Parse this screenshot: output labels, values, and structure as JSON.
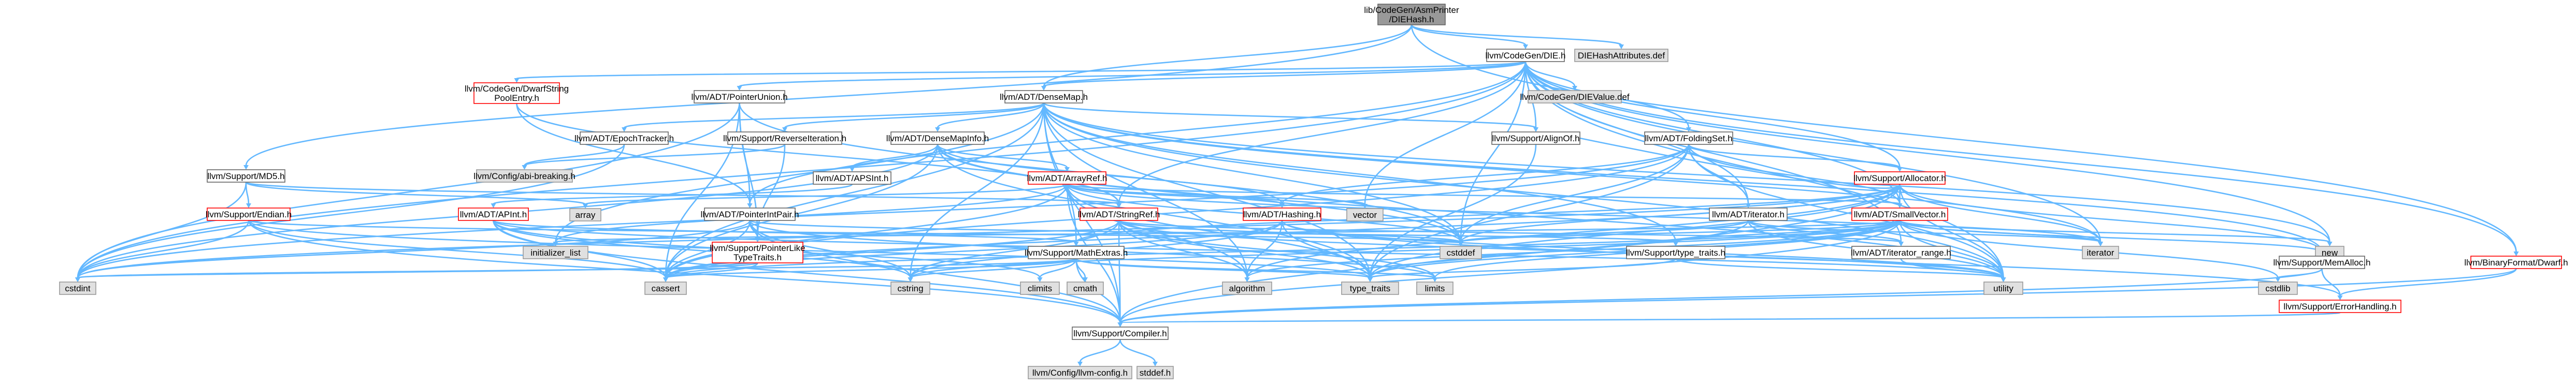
{
  "colors": {
    "edge": "#63b8ff",
    "root_fill": "#999999",
    "root_border": "#666666",
    "normal_fill": "#ffffff",
    "normal_border": "#666666",
    "highlight_border": "#ff0000",
    "system_fill": "#e0e0e0",
    "system_border": "#999999"
  },
  "nodes": [
    {
      "id": "root",
      "kind": "root",
      "lines": [
        "lib/CodeGen/AsmPrinter",
        "/DIEHash.h"
      ]
    },
    {
      "id": "diehashattr",
      "kind": "system",
      "lines": [
        "DIEHashAttributes.def"
      ]
    },
    {
      "id": "die",
      "kind": "normal",
      "lines": [
        "llvm/CodeGen/DIE.h"
      ]
    },
    {
      "id": "dwarfstring",
      "kind": "highlight",
      "lines": [
        "llvm/CodeGen/DwarfString",
        "PoolEntry.h"
      ]
    },
    {
      "id": "pointerunion",
      "kind": "normal",
      "lines": [
        "llvm/ADT/PointerUnion.h"
      ]
    },
    {
      "id": "densemap",
      "kind": "normal",
      "lines": [
        "llvm/ADT/DenseMap.h"
      ]
    },
    {
      "id": "dievalue",
      "kind": "system",
      "lines": [
        "llvm/CodeGen/DIEValue.def"
      ]
    },
    {
      "id": "epochtracker",
      "kind": "normal",
      "lines": [
        "llvm/ADT/EpochTracker.h"
      ]
    },
    {
      "id": "reverseiteration",
      "kind": "normal",
      "lines": [
        "llvm/Support/ReverseIteration.h"
      ]
    },
    {
      "id": "densemapinfo",
      "kind": "normal",
      "lines": [
        "llvm/ADT/DenseMapInfo.h"
      ]
    },
    {
      "id": "alignof",
      "kind": "normal",
      "lines": [
        "llvm/Support/AlignOf.h"
      ]
    },
    {
      "id": "foldingset",
      "kind": "normal",
      "lines": [
        "llvm/ADT/FoldingSet.h"
      ]
    },
    {
      "id": "binaryformat",
      "kind": "highlight",
      "lines": [
        "llvm/BinaryFormat/Dwarf.h"
      ]
    },
    {
      "id": "abibreaking",
      "kind": "system",
      "lines": [
        "llvm/Config/abi-breaking.h"
      ]
    },
    {
      "id": "md5",
      "kind": "normal",
      "lines": [
        "llvm/Support/MD5.h"
      ]
    },
    {
      "id": "apsint",
      "kind": "normal",
      "lines": [
        "llvm/ADT/APSInt.h"
      ]
    },
    {
      "id": "arrayref",
      "kind": "highlight",
      "lines": [
        "llvm/ADT/ArrayRef.h"
      ]
    },
    {
      "id": "vector",
      "kind": "system",
      "lines": [
        "vector"
      ]
    },
    {
      "id": "allocator",
      "kind": "highlight",
      "lines": [
        "llvm/Support/Allocator.h"
      ]
    },
    {
      "id": "endian",
      "kind": "highlight",
      "lines": [
        "llvm/Support/Endian.h"
      ]
    },
    {
      "id": "array",
      "kind": "system",
      "lines": [
        "array"
      ]
    },
    {
      "id": "pointerintpair",
      "kind": "normal",
      "lines": [
        "llvm/ADT/PointerIntPair.h"
      ]
    },
    {
      "id": "apint",
      "kind": "highlight",
      "lines": [
        "llvm/ADT/APInt.h"
      ]
    },
    {
      "id": "stringref",
      "kind": "highlight",
      "lines": [
        "llvm/ADT/StringRef.h"
      ]
    },
    {
      "id": "hashing",
      "kind": "highlight",
      "lines": [
        "llvm/ADT/Hashing.h"
      ]
    },
    {
      "id": "iterator",
      "kind": "normal",
      "lines": [
        "llvm/ADT/iterator.h"
      ]
    },
    {
      "id": "smallvector",
      "kind": "highlight",
      "lines": [
        "llvm/ADT/SmallVector.h"
      ]
    },
    {
      "id": "initlist",
      "kind": "system",
      "lines": [
        "initializer_list"
      ]
    },
    {
      "id": "pointerlike",
      "kind": "highlight",
      "lines": [
        "llvm/Support/PointerLike",
        "TypeTraits.h"
      ]
    },
    {
      "id": "mathextras",
      "kind": "normal",
      "lines": [
        "llvm/Support/MathExtras.h"
      ]
    },
    {
      "id": "cstddef",
      "kind": "system",
      "lines": [
        "cstddef"
      ]
    },
    {
      "id": "typetraitsh",
      "kind": "normal",
      "lines": [
        "llvm/Support/type_traits.h"
      ]
    },
    {
      "id": "iteratorrange",
      "kind": "normal",
      "lines": [
        "llvm/ADT/iterator_range.h"
      ]
    },
    {
      "id": "iteratorsys",
      "kind": "system",
      "lines": [
        "iterator"
      ]
    },
    {
      "id": "new",
      "kind": "system",
      "lines": [
        "new"
      ]
    },
    {
      "id": "memalloc",
      "kind": "normal",
      "lines": [
        "llvm/Support/MemAlloc.h"
      ]
    },
    {
      "id": "cstdint",
      "kind": "system",
      "lines": [
        "cstdint"
      ]
    },
    {
      "id": "cassert",
      "kind": "system",
      "lines": [
        "cassert"
      ]
    },
    {
      "id": "cstring",
      "kind": "system",
      "lines": [
        "cstring"
      ]
    },
    {
      "id": "climits",
      "kind": "system",
      "lines": [
        "climits"
      ]
    },
    {
      "id": "cmath",
      "kind": "system",
      "lines": [
        "cmath"
      ]
    },
    {
      "id": "algorithm",
      "kind": "system",
      "lines": [
        "algorithm"
      ]
    },
    {
      "id": "typetraits",
      "kind": "system",
      "lines": [
        "type_traits"
      ]
    },
    {
      "id": "limits",
      "kind": "system",
      "lines": [
        "limits"
      ]
    },
    {
      "id": "utility",
      "kind": "system",
      "lines": [
        "utility"
      ]
    },
    {
      "id": "cstdlib",
      "kind": "system",
      "lines": [
        "cstdlib"
      ]
    },
    {
      "id": "errorhandling",
      "kind": "highlight",
      "lines": [
        "llvm/Support/ErrorHandling.h"
      ]
    },
    {
      "id": "compiler",
      "kind": "normal",
      "lines": [
        "llvm/Support/Compiler.h"
      ]
    },
    {
      "id": "llvmconfig",
      "kind": "system",
      "lines": [
        "llvm/Config/llvm-config.h"
      ]
    },
    {
      "id": "stddef",
      "kind": "system",
      "lines": [
        "stddef.h"
      ]
    }
  ],
  "edges": [
    [
      "root",
      "die"
    ],
    [
      "root",
      "diehashattr"
    ],
    [
      "root",
      "densemap"
    ],
    [
      "root",
      "md5"
    ],
    [
      "root",
      "binaryformat"
    ],
    [
      "die",
      "dwarfstring"
    ],
    [
      "die",
      "pointerunion"
    ],
    [
      "die",
      "densemap"
    ],
    [
      "die",
      "dievalue"
    ],
    [
      "die",
      "alignof"
    ],
    [
      "die",
      "foldingset"
    ],
    [
      "die",
      "allocator"
    ],
    [
      "die",
      "smallvector"
    ],
    [
      "die",
      "stringref"
    ],
    [
      "die",
      "iterator"
    ],
    [
      "die",
      "pointerintpair"
    ],
    [
      "die",
      "binaryformat"
    ],
    [
      "die",
      "vector"
    ],
    [
      "die",
      "cstddef"
    ],
    [
      "die",
      "cstdint"
    ],
    [
      "die",
      "new"
    ],
    [
      "die",
      "utility"
    ],
    [
      "die",
      "iteratorsys"
    ],
    [
      "die",
      "iteratorrange"
    ],
    [
      "dwarfstring",
      "pointerintpair"
    ],
    [
      "dwarfstring",
      "stringref"
    ],
    [
      "pointerunion",
      "pointerintpair"
    ],
    [
      "pointerunion",
      "pointerlike"
    ],
    [
      "pointerunion",
      "cassert"
    ],
    [
      "pointerunion",
      "cstddef"
    ],
    [
      "pointerunion",
      "cstdint"
    ],
    [
      "densemap",
      "epochtracker"
    ],
    [
      "densemap",
      "densemapinfo"
    ],
    [
      "densemap",
      "alignof"
    ],
    [
      "densemap",
      "compiler"
    ],
    [
      "densemap",
      "mathextras"
    ],
    [
      "densemap",
      "memalloc"
    ],
    [
      "densemap",
      "reverseiteration"
    ],
    [
      "densemap",
      "typetraitsh"
    ],
    [
      "densemap",
      "algorithm"
    ],
    [
      "densemap",
      "cassert"
    ],
    [
      "densemap",
      "cstddef"
    ],
    [
      "densemap",
      "cstring"
    ],
    [
      "densemap",
      "initlist"
    ],
    [
      "densemap",
      "iteratorsys"
    ],
    [
      "densemap",
      "new"
    ],
    [
      "densemap",
      "typetraits"
    ],
    [
      "densemap",
      "utility"
    ],
    [
      "epochtracker",
      "abibreaking"
    ],
    [
      "epochtracker",
      "cstdint"
    ],
    [
      "reverseiteration",
      "abibreaking"
    ],
    [
      "reverseiteration",
      "pointerlike"
    ],
    [
      "densemapinfo",
      "apsint"
    ],
    [
      "densemapinfo",
      "arrayref"
    ],
    [
      "densemapinfo",
      "hashing"
    ],
    [
      "densemapinfo",
      "stringref"
    ],
    [
      "densemapinfo",
      "cassert"
    ],
    [
      "densemapinfo",
      "cstddef"
    ],
    [
      "densemapinfo",
      "cstdint"
    ],
    [
      "densemapinfo",
      "tuple_placeholder"
    ],
    [
      "densemapinfo",
      "typetraits"
    ],
    [
      "densemapinfo",
      "utility"
    ],
    [
      "apsint",
      "apint"
    ],
    [
      "alignof",
      "typetraits"
    ],
    [
      "foldingset",
      "iterator"
    ],
    [
      "foldingset",
      "smallvector"
    ],
    [
      "foldingset",
      "allocator"
    ],
    [
      "foldingset",
      "hashing"
    ],
    [
      "foldingset",
      "cassert"
    ],
    [
      "foldingset",
      "cstddef"
    ],
    [
      "foldingset",
      "cstdint"
    ],
    [
      "foldingset",
      "typetraits"
    ],
    [
      "foldingset",
      "utility"
    ],
    [
      "binaryformat",
      "errorhandling"
    ],
    [
      "binaryformat",
      "compiler"
    ],
    [
      "md5",
      "endian"
    ],
    [
      "md5",
      "array"
    ],
    [
      "md5",
      "stringref"
    ],
    [
      "md5",
      "cstdint"
    ],
    [
      "arrayref",
      "hashing"
    ],
    [
      "arrayref",
      "smallvector"
    ],
    [
      "arrayref",
      "compiler"
    ],
    [
      "arrayref",
      "algorithm"
    ],
    [
      "arrayref",
      "array"
    ],
    [
      "arrayref",
      "cassert"
    ],
    [
      "arrayref",
      "cstddef"
    ],
    [
      "arrayref",
      "initlist"
    ],
    [
      "arrayref",
      "iteratorsys"
    ],
    [
      "arrayref",
      "typetraits"
    ],
    [
      "arrayref",
      "vector"
    ],
    [
      "allocator",
      "smallvector"
    ],
    [
      "allocator",
      "alignof"
    ],
    [
      "allocator",
      "compiler"
    ],
    [
      "allocator",
      "mathextras"
    ],
    [
      "allocator",
      "memalloc"
    ],
    [
      "allocator",
      "algorithm"
    ],
    [
      "allocator",
      "cassert"
    ],
    [
      "allocator",
      "cstddef"
    ],
    [
      "allocator",
      "cstdint"
    ],
    [
      "allocator",
      "iteratorsys"
    ],
    [
      "allocator",
      "typetraits"
    ],
    [
      "allocator",
      "utility"
    ],
    [
      "endian",
      "compiler"
    ],
    [
      "endian",
      "cassert"
    ],
    [
      "endian",
      "cstddef"
    ],
    [
      "endian",
      "cstdint"
    ],
    [
      "endian",
      "typetraits"
    ],
    [
      "pointerintpair",
      "pointerlike"
    ],
    [
      "pointerintpair",
      "compiler"
    ],
    [
      "pointerintpair",
      "typetraitsh"
    ],
    [
      "pointerintpair",
      "cassert"
    ],
    [
      "pointerintpair",
      "cstdint"
    ],
    [
      "pointerintpair",
      "cstring"
    ],
    [
      "pointerintpair",
      "limits"
    ],
    [
      "apint",
      "compiler"
    ],
    [
      "apint",
      "mathextras"
    ],
    [
      "apint",
      "cassert"
    ],
    [
      "apint",
      "climits"
    ],
    [
      "apint",
      "cstring"
    ],
    [
      "apint",
      "utility"
    ],
    [
      "stringref",
      "compiler"
    ],
    [
      "stringref",
      "iteratorrange"
    ],
    [
      "stringref",
      "algorithm"
    ],
    [
      "stringref",
      "cassert"
    ],
    [
      "stringref",
      "cstddef"
    ],
    [
      "stringref",
      "cstring"
    ],
    [
      "stringref",
      "limits"
    ],
    [
      "stringref",
      "typetraits"
    ],
    [
      "stringref",
      "utility"
    ],
    [
      "hashing",
      "errorhandling"
    ],
    [
      "hashing",
      "algorithm"
    ],
    [
      "hashing",
      "cassert"
    ],
    [
      "hashing",
      "cstring"
    ],
    [
      "hashing",
      "typetraits"
    ],
    [
      "hashing",
      "utility"
    ],
    [
      "iterator",
      "iteratorrange"
    ],
    [
      "iterator",
      "cstddef"
    ],
    [
      "iterator",
      "iteratorsys"
    ],
    [
      "iterator",
      "typetraits"
    ],
    [
      "iterator",
      "utility"
    ],
    [
      "smallvector",
      "compiler"
    ],
    [
      "smallvector",
      "typetraitsh"
    ],
    [
      "smallvector",
      "algorithm"
    ],
    [
      "smallvector",
      "cassert"
    ],
    [
      "smallvector",
      "cstddef"
    ],
    [
      "smallvector",
      "cstdlib"
    ],
    [
      "smallvector",
      "cstring"
    ],
    [
      "smallvector",
      "initlist"
    ],
    [
      "smallvector",
      "iteratorsys"
    ],
    [
      "smallvector",
      "limits"
    ],
    [
      "smallvector",
      "memalloc"
    ],
    [
      "smallvector",
      "new"
    ],
    [
      "smallvector",
      "typetraits"
    ],
    [
      "smallvector",
      "utility"
    ],
    [
      "pointerlike",
      "cassert"
    ],
    [
      "pointerlike",
      "cstdint"
    ],
    [
      "mathextras",
      "compiler"
    ],
    [
      "mathextras",
      "cassert"
    ],
    [
      "mathextras",
      "climits"
    ],
    [
      "mathextras",
      "cmath"
    ],
    [
      "mathextras",
      "cstdint"
    ],
    [
      "mathextras",
      "cstring"
    ],
    [
      "mathextras",
      "limits"
    ],
    [
      "mathextras",
      "typetraits"
    ],
    [
      "typetraitsh",
      "typetraits"
    ],
    [
      "typetraitsh",
      "utility"
    ],
    [
      "iteratorrange",
      "utility"
    ],
    [
      "memalloc",
      "compiler"
    ],
    [
      "memalloc",
      "errorhandling"
    ],
    [
      "memalloc",
      "cstdlib"
    ],
    [
      "errorhandling",
      "compiler"
    ],
    [
      "compiler",
      "llvmconfig"
    ],
    [
      "compiler",
      "stddef"
    ]
  ]
}
